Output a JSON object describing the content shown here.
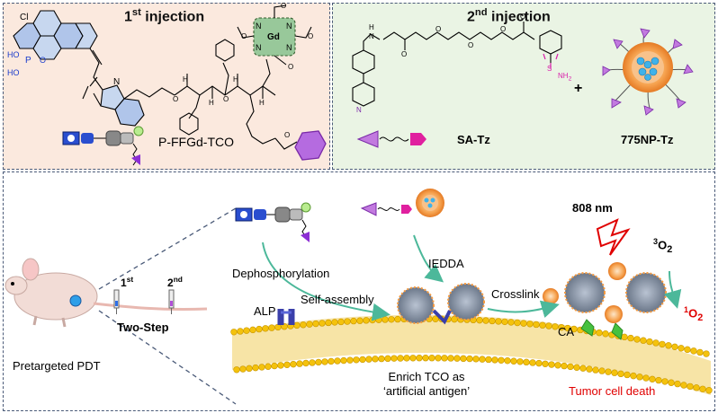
{
  "panel1": {
    "title": "1st injection",
    "title_main": "1",
    "title_sup": "st",
    "title_rest": " injection",
    "compound_label": "P-FFGd-TCO",
    "atoms": {
      "cl": "Cl",
      "ho1": "HO",
      "ho2": "HO",
      "p": "P",
      "o": "O",
      "n_plus": "N",
      "gd": "Gd",
      "n_a": "N",
      "n_b": "N",
      "n_c": "N",
      "n_d": "N",
      "h1": "H",
      "h2": "H",
      "h3": "H",
      "h4": "H",
      "o_a": "O",
      "o_b": "O",
      "o_c": "O",
      "o_d": "O",
      "o_e": "O",
      "o_f": "O",
      "o_g": "O"
    }
  },
  "panel2": {
    "title_main": "2",
    "title_sup": "nd",
    "title_rest": " injection",
    "sa_label": "SA-Tz",
    "np_label": "775NP-Tz",
    "plus": "+",
    "atoms": {
      "h": "H",
      "n": "N",
      "s": "S",
      "nh2": "NH",
      "nh2_sub": "2",
      "o1": "O",
      "o2": "O",
      "o3": "O",
      "o4": "O",
      "o5": "O",
      "tz_n": "N"
    }
  },
  "panel3": {
    "dephos": "Dephosphorylation",
    "self_assembly": "Self-assembly",
    "iedda": "IEDDA",
    "crosslink": "Crosslink",
    "wavelength": "808 nm",
    "o2_triplet_sup": "3",
    "o2_triplet": "O",
    "o2_triplet_sub": "2",
    "o2_singlet_sup": "1",
    "o2_singlet": "O",
    "o2_singlet_sub": "2",
    "alp": "ALP",
    "ca": "CA",
    "enrich_line1": "Enrich TCO as",
    "enrich_line2": "‘artificial antigen’",
    "tumor_death": "Tumor cell  death",
    "first_sup": "st",
    "first_main": "1",
    "second_main": "2",
    "second_sup": "nd",
    "two_step": "Two-Step",
    "pretargeted": "Pretargeted PDT"
  },
  "colors": {
    "panel1_bg": "#fbe9de",
    "panel2_bg": "#eaf4e4",
    "border": "#4a5a78",
    "tumor_red": "#e00000",
    "arrow_teal": "#4cb89a",
    "membrane_yellow": "#f4c20d",
    "magenta": "#e0209f",
    "purple": "#9a4fc8",
    "blue": "#1a3ccc",
    "np_orange": "#f59a40",
    "np_blue": "#3fb2ea"
  },
  "icons": [
    "mouse-icon",
    "syringe-icon",
    "lightning-icon",
    "nanoparticle-icon",
    "membrane-icon",
    "enzyme-icon"
  ]
}
